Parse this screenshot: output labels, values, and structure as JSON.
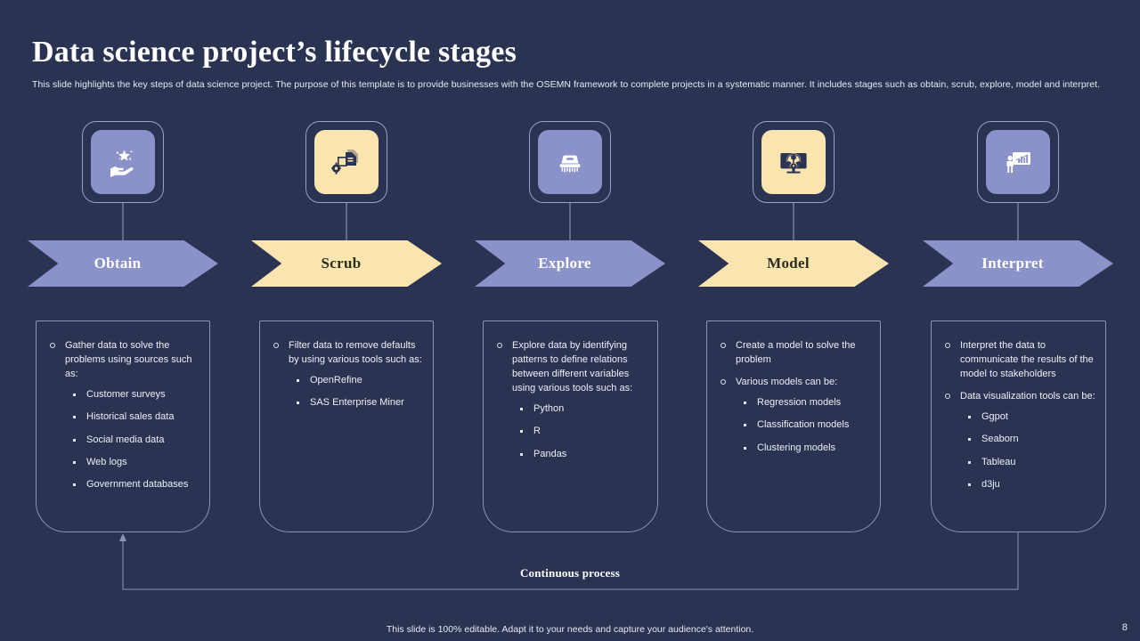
{
  "header": {
    "title": "Data science project’s lifecycle stages",
    "subtitle": "This slide highlights the key steps of data science project. The purpose of this template is to provide businesses with the OSEMN framework to complete projects in a systematic manner. It includes stages such as obtain, scrub, explore, model and interpret."
  },
  "colors": {
    "background": "#2b3353",
    "purple": "#8b91c9",
    "yellow": "#fae5ae",
    "border": "#8b93b8",
    "text_light": "#eef0f6",
    "text_dark": "#2b2d20"
  },
  "stages": [
    {
      "label": "Obtain",
      "theme": "purple",
      "icon": "hand-with-star-icon",
      "bullets": [
        {
          "text": "Gather data to solve the problems using sources such as:",
          "sub": [
            "Customer surveys",
            "Historical sales data",
            "Social media data",
            "Web logs",
            "Government databases"
          ]
        }
      ]
    },
    {
      "label": "Scrub",
      "theme": "yellow",
      "icon": "document-gear-workflow-icon",
      "bullets": [
        {
          "text": "Filter data to remove defaults by using various tools such as:",
          "sub": [
            "OpenRefine",
            "SAS Enterprise Miner"
          ]
        }
      ]
    },
    {
      "label": "Explore",
      "theme": "purple",
      "icon": "scrub-brush-icon",
      "bullets": [
        {
          "text": "Explore data by identifying patterns to define relations between different variables using various tools such as:",
          "sub": [
            "Python",
            "R",
            "Pandas"
          ]
        }
      ]
    },
    {
      "label": "Model",
      "theme": "yellow",
      "icon": "monitor-gears-model-icon",
      "bullets": [
        {
          "text": "Create a model to solve the problem",
          "sub": []
        },
        {
          "text": "Various models can be:",
          "sub": [
            "Regression models",
            "Classification models",
            "Clustering models"
          ]
        }
      ]
    },
    {
      "label": "Interpret",
      "theme": "purple",
      "icon": "presenter-whiteboard-chart-icon",
      "bullets": [
        {
          "text": "Interpret the data to communicate the results of the model to stakeholders",
          "sub": []
        },
        {
          "text": "Data visualization tools can be:",
          "sub": [
            "Ggpot",
            "Seaborn",
            "Tableau",
            "d3ju"
          ]
        }
      ]
    }
  ],
  "loop": {
    "label": "Continuous process"
  },
  "footer": {
    "note": "This slide is 100% editable. Adapt it to your needs and capture your audience's attention.",
    "page_number": "8"
  }
}
